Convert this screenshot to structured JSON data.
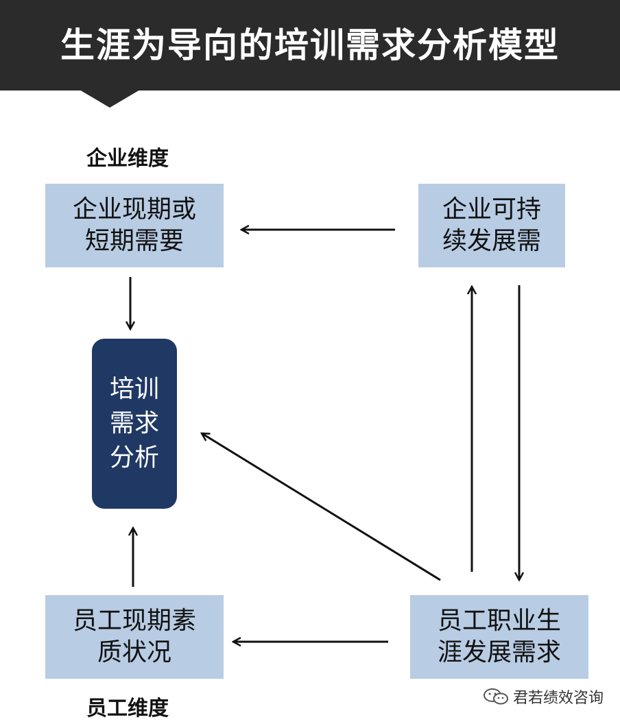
{
  "title": "生涯为导向的培训需求分析模型",
  "dimensions": {
    "enterprise": "企业维度",
    "employee": "员工维度"
  },
  "boxes": {
    "enterprise_current": [
      "企业现期或",
      "短期需要"
    ],
    "enterprise_sustainable": [
      "企业可持",
      "续发展需"
    ],
    "training_analysis": [
      "培训",
      "需求",
      "分析"
    ],
    "employee_current": [
      "员工现期素",
      "质状况"
    ],
    "employee_career": [
      "员工职业生",
      "涯发展需求"
    ]
  },
  "watermark": "君若绩效咨询",
  "colors": {
    "header_bg": "#2b2b2b",
    "box_fill": "#b8cce4",
    "center_fill": "#1f3864"
  }
}
